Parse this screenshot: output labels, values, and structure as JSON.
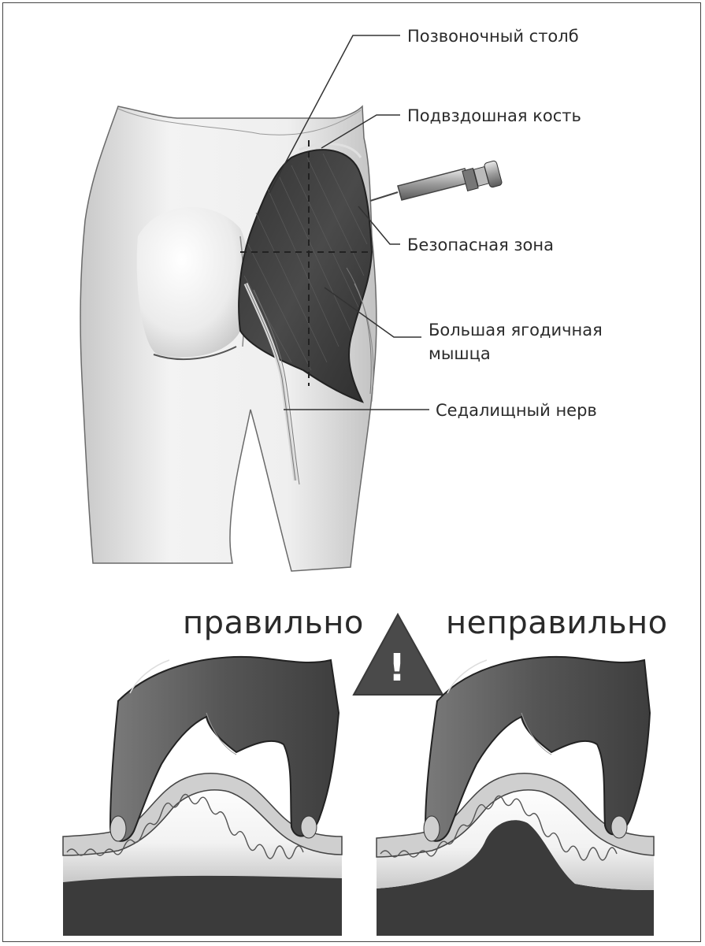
{
  "labels": {
    "spine": "Позвоночный столб",
    "iliac_bone": "Подвздошная кость",
    "safe_zone": "Безопасная зона",
    "gluteus_line1": "Большая ягодичная",
    "gluteus_line2": "мышца",
    "sciatic_nerve": "Седалищный нерв"
  },
  "comparison": {
    "correct": "правильно",
    "incorrect": "неправильно",
    "warning_symbol": "!"
  },
  "colors": {
    "muscle": "#3f3f3f",
    "skin": "#f2f2f2",
    "deep_tissue": "#3a3a3a",
    "warning": "#4a4a4a"
  }
}
